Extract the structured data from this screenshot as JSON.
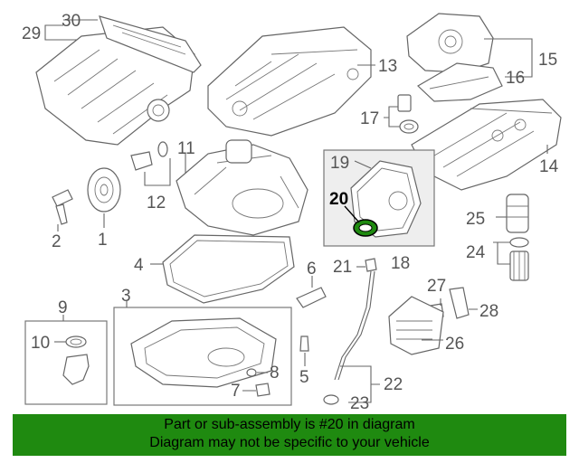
{
  "labels": {
    "c1": "1",
    "c2": "2",
    "c3": "3",
    "c4": "4",
    "c5": "5",
    "c6": "6",
    "c7": "7",
    "c8": "8",
    "c9": "9",
    "c10": "10",
    "c11": "11",
    "c12": "12",
    "c13": "13",
    "c14": "14",
    "c15": "15",
    "c16": "16",
    "c17": "17",
    "c18": "18",
    "c19": "19",
    "c20": "20",
    "c21": "21",
    "c22": "22",
    "c23": "23",
    "c24": "24",
    "c25": "25",
    "c26": "26",
    "c27": "27",
    "c28": "28",
    "c29": "29",
    "c30": "30"
  },
  "banner": {
    "line1": "Part or sub-assembly is #20 in diagram",
    "line2": "Diagram may not be specific to your vehicle"
  },
  "colors": {
    "banner_bg": "#1f8a10",
    "highlight_part": "#1f8a10",
    "line": "#666666"
  }
}
